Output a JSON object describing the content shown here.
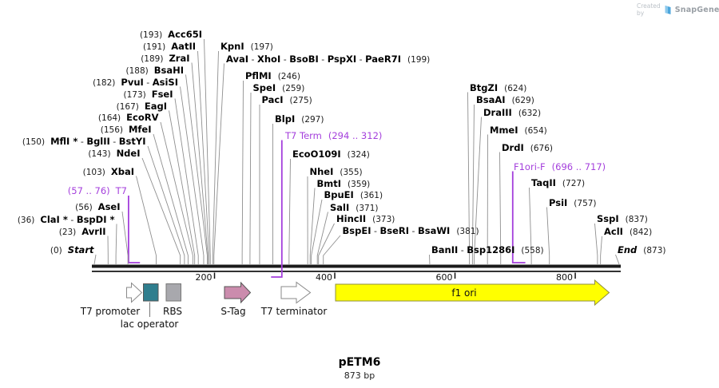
{
  "watermark": {
    "created_by": "Created by",
    "brand": "SnapGene"
  },
  "plasmid": {
    "name": "pETM6",
    "size_label": "873 bp",
    "length_bp": 873
  },
  "axis": {
    "ticks": [
      200,
      400,
      600,
      800
    ]
  },
  "colors": {
    "primer": "#A43FDC",
    "backbone": "#1b1b1b",
    "leader": "#8f8f8f",
    "lac_operator_fill": "#2F7E8E",
    "rbs_fill": "#A8A8AD",
    "s_tag_fill": "#CB8CAD",
    "f1_ori_fill": "#FFFF00"
  },
  "sites": [
    {
      "name": "Acc65I",
      "pos": "(193)",
      "bp": 193,
      "side": "left",
      "kind": "enzyme"
    },
    {
      "name": "AatII",
      "pos": "(191)",
      "bp": 191,
      "side": "left",
      "kind": "enzyme"
    },
    {
      "name": "ZraI",
      "pos": "(189)",
      "bp": 189,
      "side": "left",
      "kind": "enzyme"
    },
    {
      "name": "BsaHI",
      "pos": "(188)",
      "bp": 188,
      "side": "left",
      "kind": "enzyme"
    },
    {
      "name": "PvuI - AsiSI",
      "pos": "(182)",
      "bp": 182,
      "side": "left",
      "kind": "enzyme"
    },
    {
      "name": "FseI",
      "pos": "(173)",
      "bp": 173,
      "side": "left",
      "kind": "enzyme"
    },
    {
      "name": "EagI",
      "pos": "(167)",
      "bp": 167,
      "side": "left",
      "kind": "enzyme"
    },
    {
      "name": "EcoRV",
      "pos": "(164)",
      "bp": 164,
      "side": "left",
      "kind": "enzyme"
    },
    {
      "name": "MfeI",
      "pos": "(156)",
      "bp": 156,
      "side": "left",
      "kind": "enzyme"
    },
    {
      "name": "MflI * - BglII - BstYI",
      "pos": "(150)",
      "bp": 150,
      "side": "left",
      "kind": "enzyme"
    },
    {
      "name": "NdeI",
      "pos": "(143)",
      "bp": 143,
      "side": "left",
      "kind": "enzyme"
    },
    {
      "name": "XbaI",
      "pos": "(103)",
      "bp": 103,
      "side": "left",
      "kind": "enzyme"
    },
    {
      "name": "T7",
      "pos": "(57 .. 76)",
      "bp": 57,
      "side": "left",
      "kind": "primer",
      "span": [
        57,
        76
      ],
      "dir": "fwd"
    },
    {
      "name": "AseI",
      "pos": "(56)",
      "bp": 56,
      "side": "left",
      "kind": "enzyme"
    },
    {
      "name": "ClaI * - BspDI *",
      "pos": "(36)",
      "bp": 36,
      "side": "left",
      "kind": "enzyme"
    },
    {
      "name": "AvrII",
      "pos": "(23)",
      "bp": 23,
      "side": "left",
      "kind": "enzyme"
    },
    {
      "name": "Start",
      "pos": "(0)",
      "bp": 0,
      "side": "left",
      "kind": "terminus"
    },
    {
      "name": "KpnI",
      "pos": "(197)",
      "bp": 197,
      "side": "mid",
      "kind": "enzyme"
    },
    {
      "name": "AvaI - XhoI - BsoBI - PspXI - PaeR7I",
      "pos": "(199)",
      "bp": 199,
      "side": "mid",
      "kind": "enzyme"
    },
    {
      "name": "PflMI",
      "pos": "(246)",
      "bp": 246,
      "side": "mid",
      "kind": "enzyme"
    },
    {
      "name": "SpeI",
      "pos": "(259)",
      "bp": 259,
      "side": "mid",
      "kind": "enzyme"
    },
    {
      "name": "PacI",
      "pos": "(275)",
      "bp": 275,
      "side": "mid",
      "kind": "enzyme"
    },
    {
      "name": "BlpI",
      "pos": "(297)",
      "bp": 297,
      "side": "mid",
      "kind": "enzyme"
    },
    {
      "name": "T7 Term",
      "pos": "(294 .. 312)",
      "bp": 312,
      "side": "mid",
      "kind": "primer",
      "span": [
        294,
        312
      ],
      "dir": "rev"
    },
    {
      "name": "EcoO109I",
      "pos": "(324)",
      "bp": 324,
      "side": "mid",
      "kind": "enzyme"
    },
    {
      "name": "NheI",
      "pos": "(355)",
      "bp": 355,
      "side": "mid",
      "kind": "enzyme"
    },
    {
      "name": "BmtI",
      "pos": "(359)",
      "bp": 359,
      "side": "mid",
      "kind": "enzyme"
    },
    {
      "name": "BpuEI",
      "pos": "(361)",
      "bp": 361,
      "side": "mid",
      "kind": "enzyme"
    },
    {
      "name": "SalI",
      "pos": "(371)",
      "bp": 371,
      "side": "mid",
      "kind": "enzyme"
    },
    {
      "name": "HincII",
      "pos": "(373)",
      "bp": 373,
      "side": "mid",
      "kind": "enzyme"
    },
    {
      "name": "BspEI - BseRI - BsaWI",
      "pos": "(381)",
      "bp": 381,
      "side": "mid",
      "kind": "enzyme"
    },
    {
      "name": "BanII - Bsp1286I",
      "pos": "(558)",
      "bp": 558,
      "side": "mid",
      "kind": "enzyme"
    },
    {
      "name": "BtgZI",
      "pos": "(624)",
      "bp": 624,
      "side": "right",
      "kind": "enzyme"
    },
    {
      "name": "BsaAI",
      "pos": "(629)",
      "bp": 629,
      "side": "right",
      "kind": "enzyme"
    },
    {
      "name": "DraIII",
      "pos": "(632)",
      "bp": 632,
      "side": "right",
      "kind": "enzyme"
    },
    {
      "name": "MmeI",
      "pos": "(654)",
      "bp": 654,
      "side": "right",
      "kind": "enzyme"
    },
    {
      "name": "DrdI",
      "pos": "(676)",
      "bp": 676,
      "side": "right",
      "kind": "enzyme"
    },
    {
      "name": "F1ori-F",
      "pos": "(696 .. 717)",
      "bp": 696,
      "side": "right",
      "kind": "primer",
      "span": [
        696,
        717
      ],
      "dir": "fwd"
    },
    {
      "name": "TaqII",
      "pos": "(727)",
      "bp": 727,
      "side": "right",
      "kind": "enzyme"
    },
    {
      "name": "PsiI",
      "pos": "(757)",
      "bp": 757,
      "side": "right",
      "kind": "enzyme"
    },
    {
      "name": "SspI",
      "pos": "(837)",
      "bp": 837,
      "side": "right",
      "kind": "enzyme"
    },
    {
      "name": "AclI",
      "pos": "(842)",
      "bp": 842,
      "side": "right",
      "kind": "enzyme"
    },
    {
      "name": "End",
      "pos": "(873)",
      "bp": 873,
      "side": "right",
      "kind": "terminus"
    }
  ],
  "features": [
    {
      "label": "T7 promoter",
      "shape": "arrow",
      "fill": "white"
    },
    {
      "label": "lac operator",
      "shape": "box",
      "fill": "teal"
    },
    {
      "label": "RBS",
      "shape": "box",
      "fill": "gray"
    },
    {
      "label": "S-Tag",
      "shape": "arrow",
      "fill": "pink"
    },
    {
      "label": "T7 terminator",
      "shape": "arrow",
      "fill": "white"
    },
    {
      "label": "f1 ori",
      "shape": "arrow",
      "fill": "yellow",
      "label_inside": true
    }
  ]
}
